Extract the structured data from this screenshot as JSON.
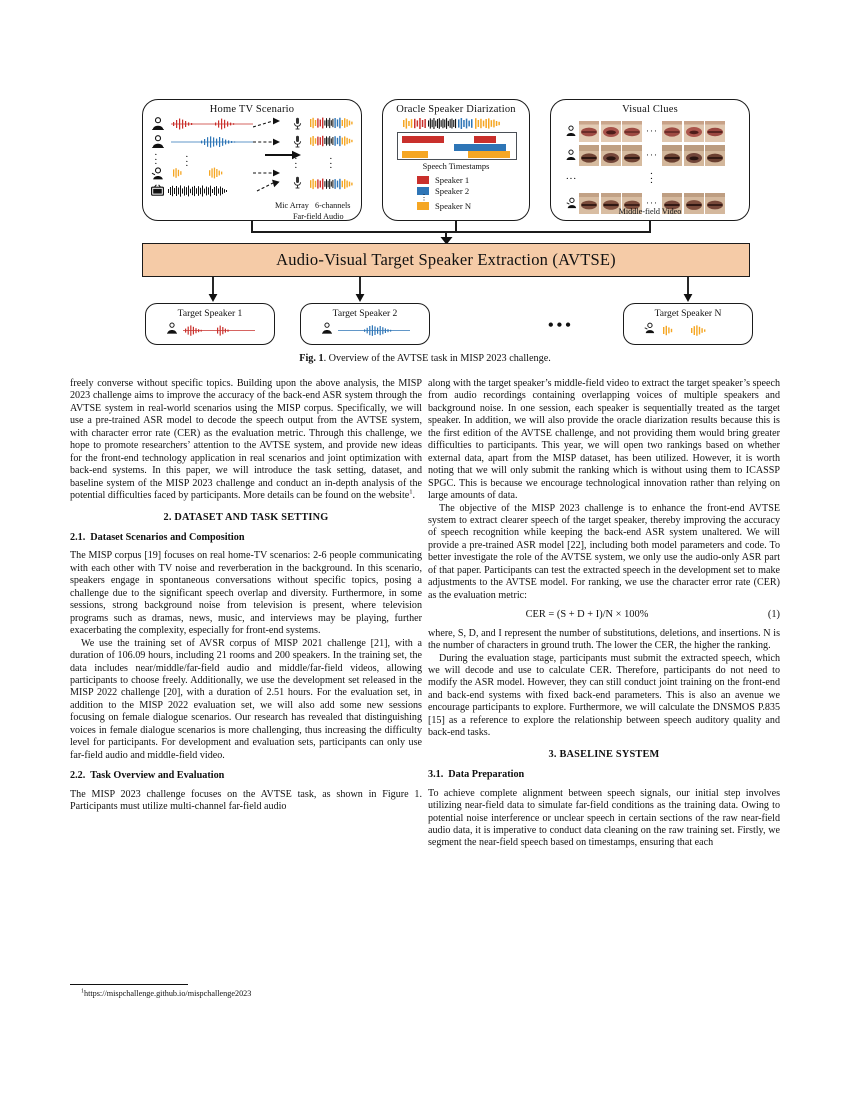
{
  "figure": {
    "panels": [
      {
        "id": "home-tv",
        "title": "Home TV Scenario",
        "footer_line1": "Mic Array",
        "footer_line2": "6-channels",
        "footer_line3": "Far-field Audio"
      },
      {
        "id": "oracle-diarization",
        "title": "Oracle Speaker Diarization",
        "timestamps_label": "Speech Timestamps",
        "legend": [
          {
            "label": "Speaker 1",
            "color": "#C9302C"
          },
          {
            "label": "Speaker 2",
            "color": "#2E75B6"
          },
          {
            "label": "Speaker N",
            "color": "#F5A623"
          }
        ],
        "legend_ellipsis": "⋮"
      },
      {
        "id": "visual-clues",
        "title": "Visual Clues",
        "footer": "Middle-field Video",
        "row_ellipsis": "···",
        "col_ellipsis": "⋮"
      }
    ],
    "avtse_box": {
      "label": "Audio-Visual Target Speaker Extraction (AVTSE)",
      "fill": "#F5CBA7"
    },
    "targets": [
      {
        "label": "Target Speaker 1",
        "color": "#C9302C"
      },
      {
        "label": "Target Speaker 2",
        "color": "#2E75B6"
      },
      {
        "label": "Target Speaker N",
        "color": "#F5A623"
      }
    ],
    "targets_ellipsis": "•••",
    "caption_prefix": "Fig. 1",
    "caption_text": ". Overview of the AVTSE task in MISP 2023 challenge."
  },
  "columns": {
    "left": {
      "para_continued": "freely converse without specific topics. Building upon the above analysis, the MISP 2023 challenge aims to improve the accuracy of the back-end ASR system through the AVTSE system in real-world scenarios using the MISP corpus. Specifically, we will use a pre-trained ASR model to decode the speech output from the AVTSE system, with character error rate (CER) as the evaluation metric. Through this challenge, we hope to promote researchers’ attention to the AVTSE system, and provide new ideas for the front-end technology application in real scenarios and joint optimization with back-end systems. In this paper, we will introduce the task setting, dataset, and baseline system of the MISP 2023 challenge and conduct an in-depth analysis of the potential difficulties faced by participants. More details can be found on the website",
      "para_continued_tail": ".",
      "footnote_marker": "1",
      "section2_heading": "2.  DATASET AND TASK SETTING",
      "sub21_num": "2.1.",
      "sub21_title": "Dataset Scenarios and Composition",
      "para21_a": "The MISP corpus [19] focuses on real home-TV scenarios: 2-6 people communicating with each other with TV noise and reverberation in the background. In this scenario, speakers engage in spontaneous conversations without specific topics, posing a challenge due to the significant speech overlap and diversity. Furthermore, in some sessions, strong background noise from television is present, where television programs such as dramas, news, music, and interviews may be playing, further exacerbating the complexity, especially for front-end systems.",
      "para21_b": "We use the training set of AVSR corpus of MISP 2021 challenge [21], with a duration of 106.09 hours, including 21 rooms and 200 speakers. In the training set, the data includes near/middle/far-field audio and middle/far-field videos, allowing participants to choose freely. Additionally, we use the development set released in the MISP 2022 challenge [20], with a duration of 2.51 hours. For the evaluation set, in addition to the MISP 2022 evaluation set, we will also add some new sessions focusing on female dialogue scenarios. Our research has revealed that distinguishing voices in female dialogue scenarios is more challenging, thus increasing the difficulty level for participants. For development and evaluation sets, participants can only use far-field audio and middle-field video.",
      "sub22_num": "2.2.",
      "sub22_title": "Task Overview and Evaluation",
      "para22": "The MISP 2023 challenge focuses on the AVTSE task, as shown in Figure 1. Participants must utilize multi-channel far-field audio",
      "footnote": "https://mispchallenge.github.io/mispchallenge2023"
    },
    "right": {
      "para_continued": "along with the target speaker’s middle-field video to extract the target speaker’s speech from audio recordings containing overlapping voices of multiple speakers and background noise. In one session, each speaker is sequentially treated as the target speaker. In addition, we will also provide the oracle diarization results because this is the first edition of the AVTSE challenge, and not providing them would bring greater difficulties to participants. This year, we will open two rankings based on whether external data, apart from the MISP dataset, has been utilized. However, it is worth noting that we will only submit the ranking which is without using them to ICASSP SPGC. This is because we encourage technological innovation rather than relying on large amounts of data.",
      "para_objective": "The objective of the MISP 2023 challenge is to enhance the front-end AVTSE system to extract clearer speech of the target speaker, thereby improving the accuracy of speech recognition while keeping the back-end ASR system unaltered. We will provide a pre-trained ASR model [22], including both model parameters and code. To better investigate the role of the AVTSE system, we only use the audio-only ASR part of that paper. Participants can test the extracted speech in the development set to make adjustments to the AVTSE model. For ranking, we use the character error rate (CER) as the evaluation metric:",
      "equation": "CER = (S + D + I)/N × 100%",
      "equation_number": "(1)",
      "para_where": "where, S, D, and I represent the number of substitutions, deletions, and insertions. N is the number of characters in ground truth. The lower the CER, the higher the ranking.",
      "para_eval": "During the evaluation stage, participants must submit the extracted speech, which we will decode and use to calculate CER. Therefore, participants do not need to modify the ASR model. However, they can still conduct joint training on the front-end and back-end systems with fixed back-end parameters. This is also an avenue we encourage participants to explore. Furthermore, we will calculate the DNSMOS P.835 [15] as a reference to explore the relationship between speech auditory quality and back-end tasks.",
      "section3_heading": "3.  BASELINE SYSTEM",
      "sub31_num": "3.1.",
      "sub31_title": "Data Preparation",
      "para31": "To achieve complete alignment between speech signals, our initial step involves utilizing near-field data to simulate far-field conditions as the training data. Owing to potential noise interference or unclear speech in certain sections of the raw near-field audio data, it is imperative to conduct data cleaning on the raw training set. Firstly, we segment the near-field speech based on timestamps, ensuring that each"
    }
  }
}
